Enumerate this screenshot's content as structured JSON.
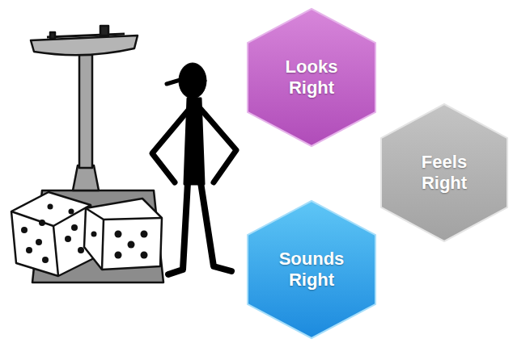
{
  "diagram": {
    "nodes": [
      {
        "text": [
          "Looks Right"
        ]
      },
      {
        "text": [
          "Feels Right"
        ]
      },
      {
        "text": [
          "Sounds Right"
        ]
      }
    ]
  }
}
